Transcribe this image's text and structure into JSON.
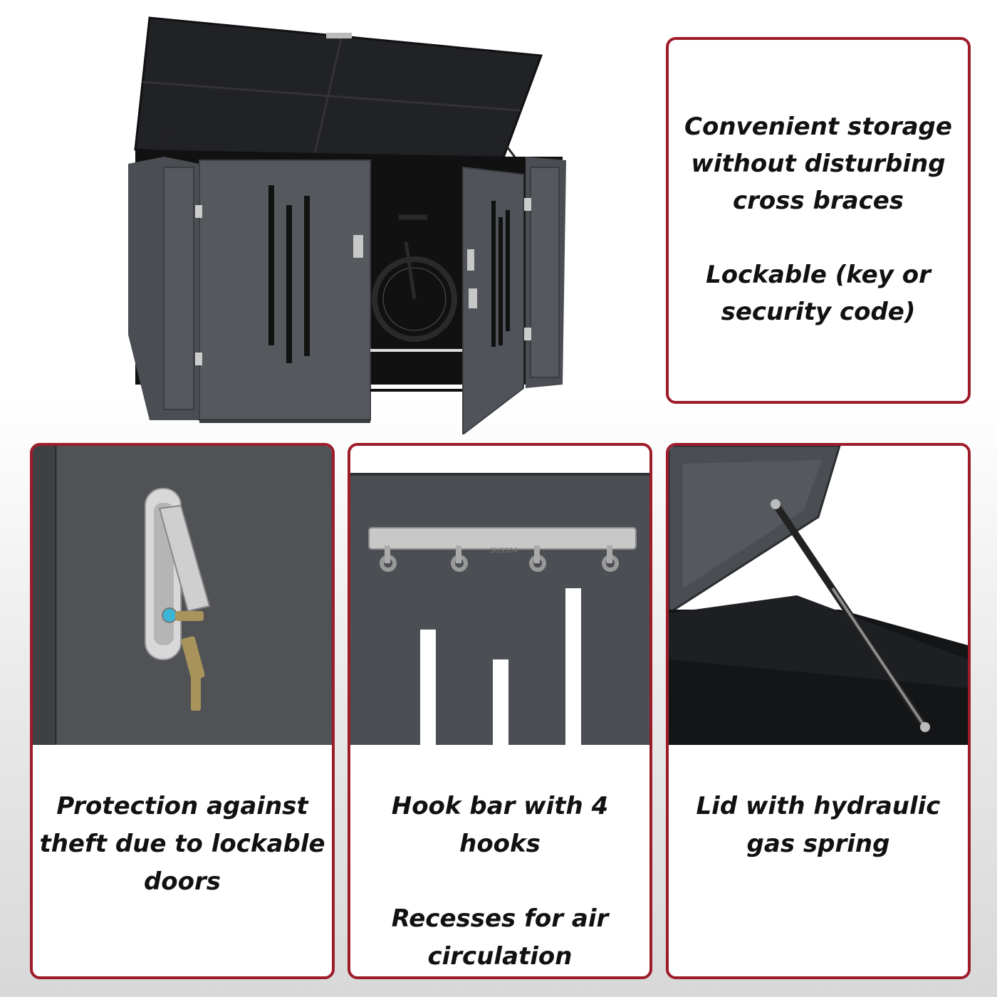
{
  "top_card": {
    "lines_a": [
      "Convenient storage",
      "without disturbing",
      "cross braces"
    ],
    "lines_b": [
      "Lockable (key or",
      "security code)"
    ]
  },
  "card_lock": {
    "lines": [
      "Protection against",
      "theft due to lockable",
      "doors"
    ]
  },
  "card_hooks": {
    "lines_a": [
      "Hook bar with 4 hooks"
    ],
    "lines_b": [
      "Recesses for air",
      "circulation"
    ],
    "stamp": "SUS304"
  },
  "card_lid": {
    "lines": [
      "Lid with hydraulic",
      "gas spring"
    ]
  },
  "colors": {
    "accent_border": "#9e1b2a",
    "shed_body": "#4a4d52",
    "text": "#111111"
  }
}
